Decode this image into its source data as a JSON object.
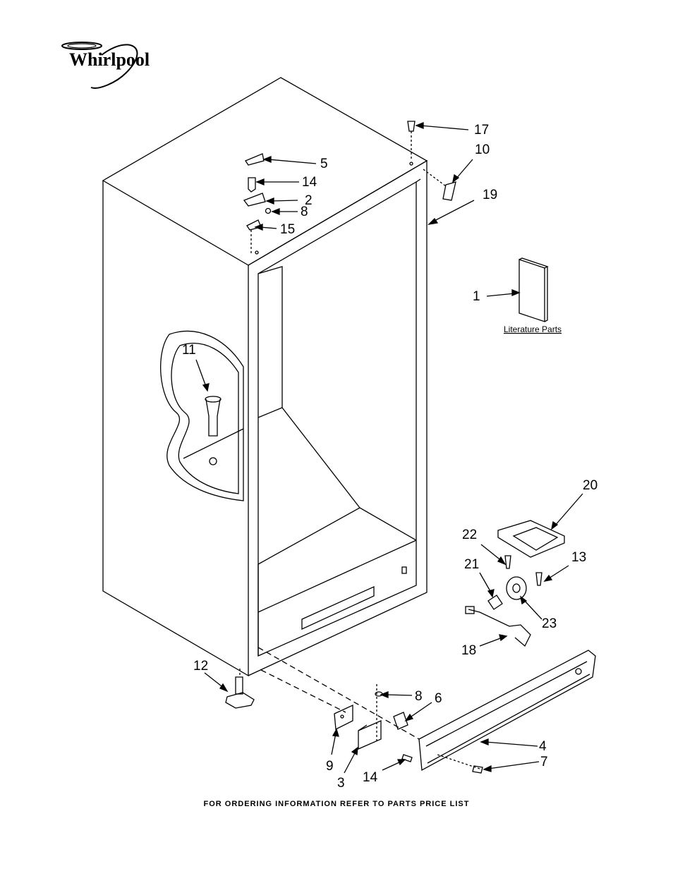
{
  "brand": {
    "name": "Whirlpool"
  },
  "literature_caption": "Literature Parts",
  "footer": "FOR ORDERING INFORMATION REFER TO PARTS PRICE LIST",
  "callouts": {
    "c17": "17",
    "c10": "10",
    "c5": "5",
    "c19": "19",
    "c14a": "14",
    "c2": "2",
    "c8a": "8",
    "c15": "15",
    "c1": "1",
    "c11": "11",
    "c20": "20",
    "c22": "22",
    "c13": "13",
    "c21": "21",
    "c23": "23",
    "c18": "18",
    "c12": "12",
    "c8b": "8",
    "c6": "6",
    "c4": "4",
    "c7": "7",
    "c9": "9",
    "c3": "3",
    "c14b": "14"
  }
}
